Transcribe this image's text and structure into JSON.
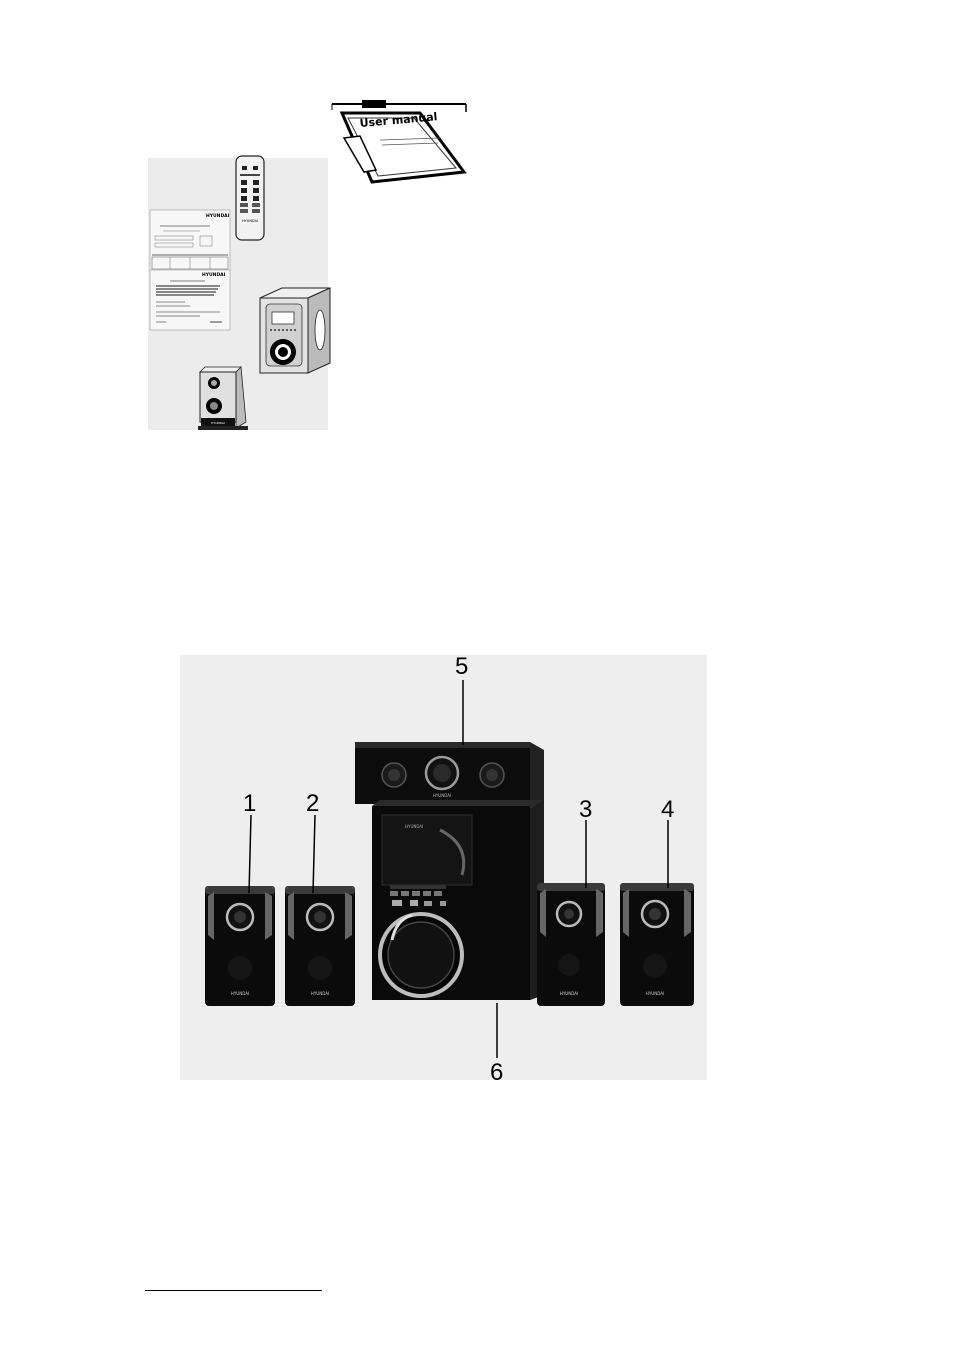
{
  "package_illustration": {
    "manual_label": "User manual",
    "brand_lines": [
      "HYUNDAI",
      "HYUNDAI",
      "HYUNDAI",
      "HYUNDAI"
    ]
  },
  "speaker_illustration": {
    "brand": "HYUNDAI",
    "callouts": {
      "c1": "1",
      "c2": "2",
      "c3": "3",
      "c4": "4",
      "c5": "5",
      "c6": "6"
    }
  }
}
